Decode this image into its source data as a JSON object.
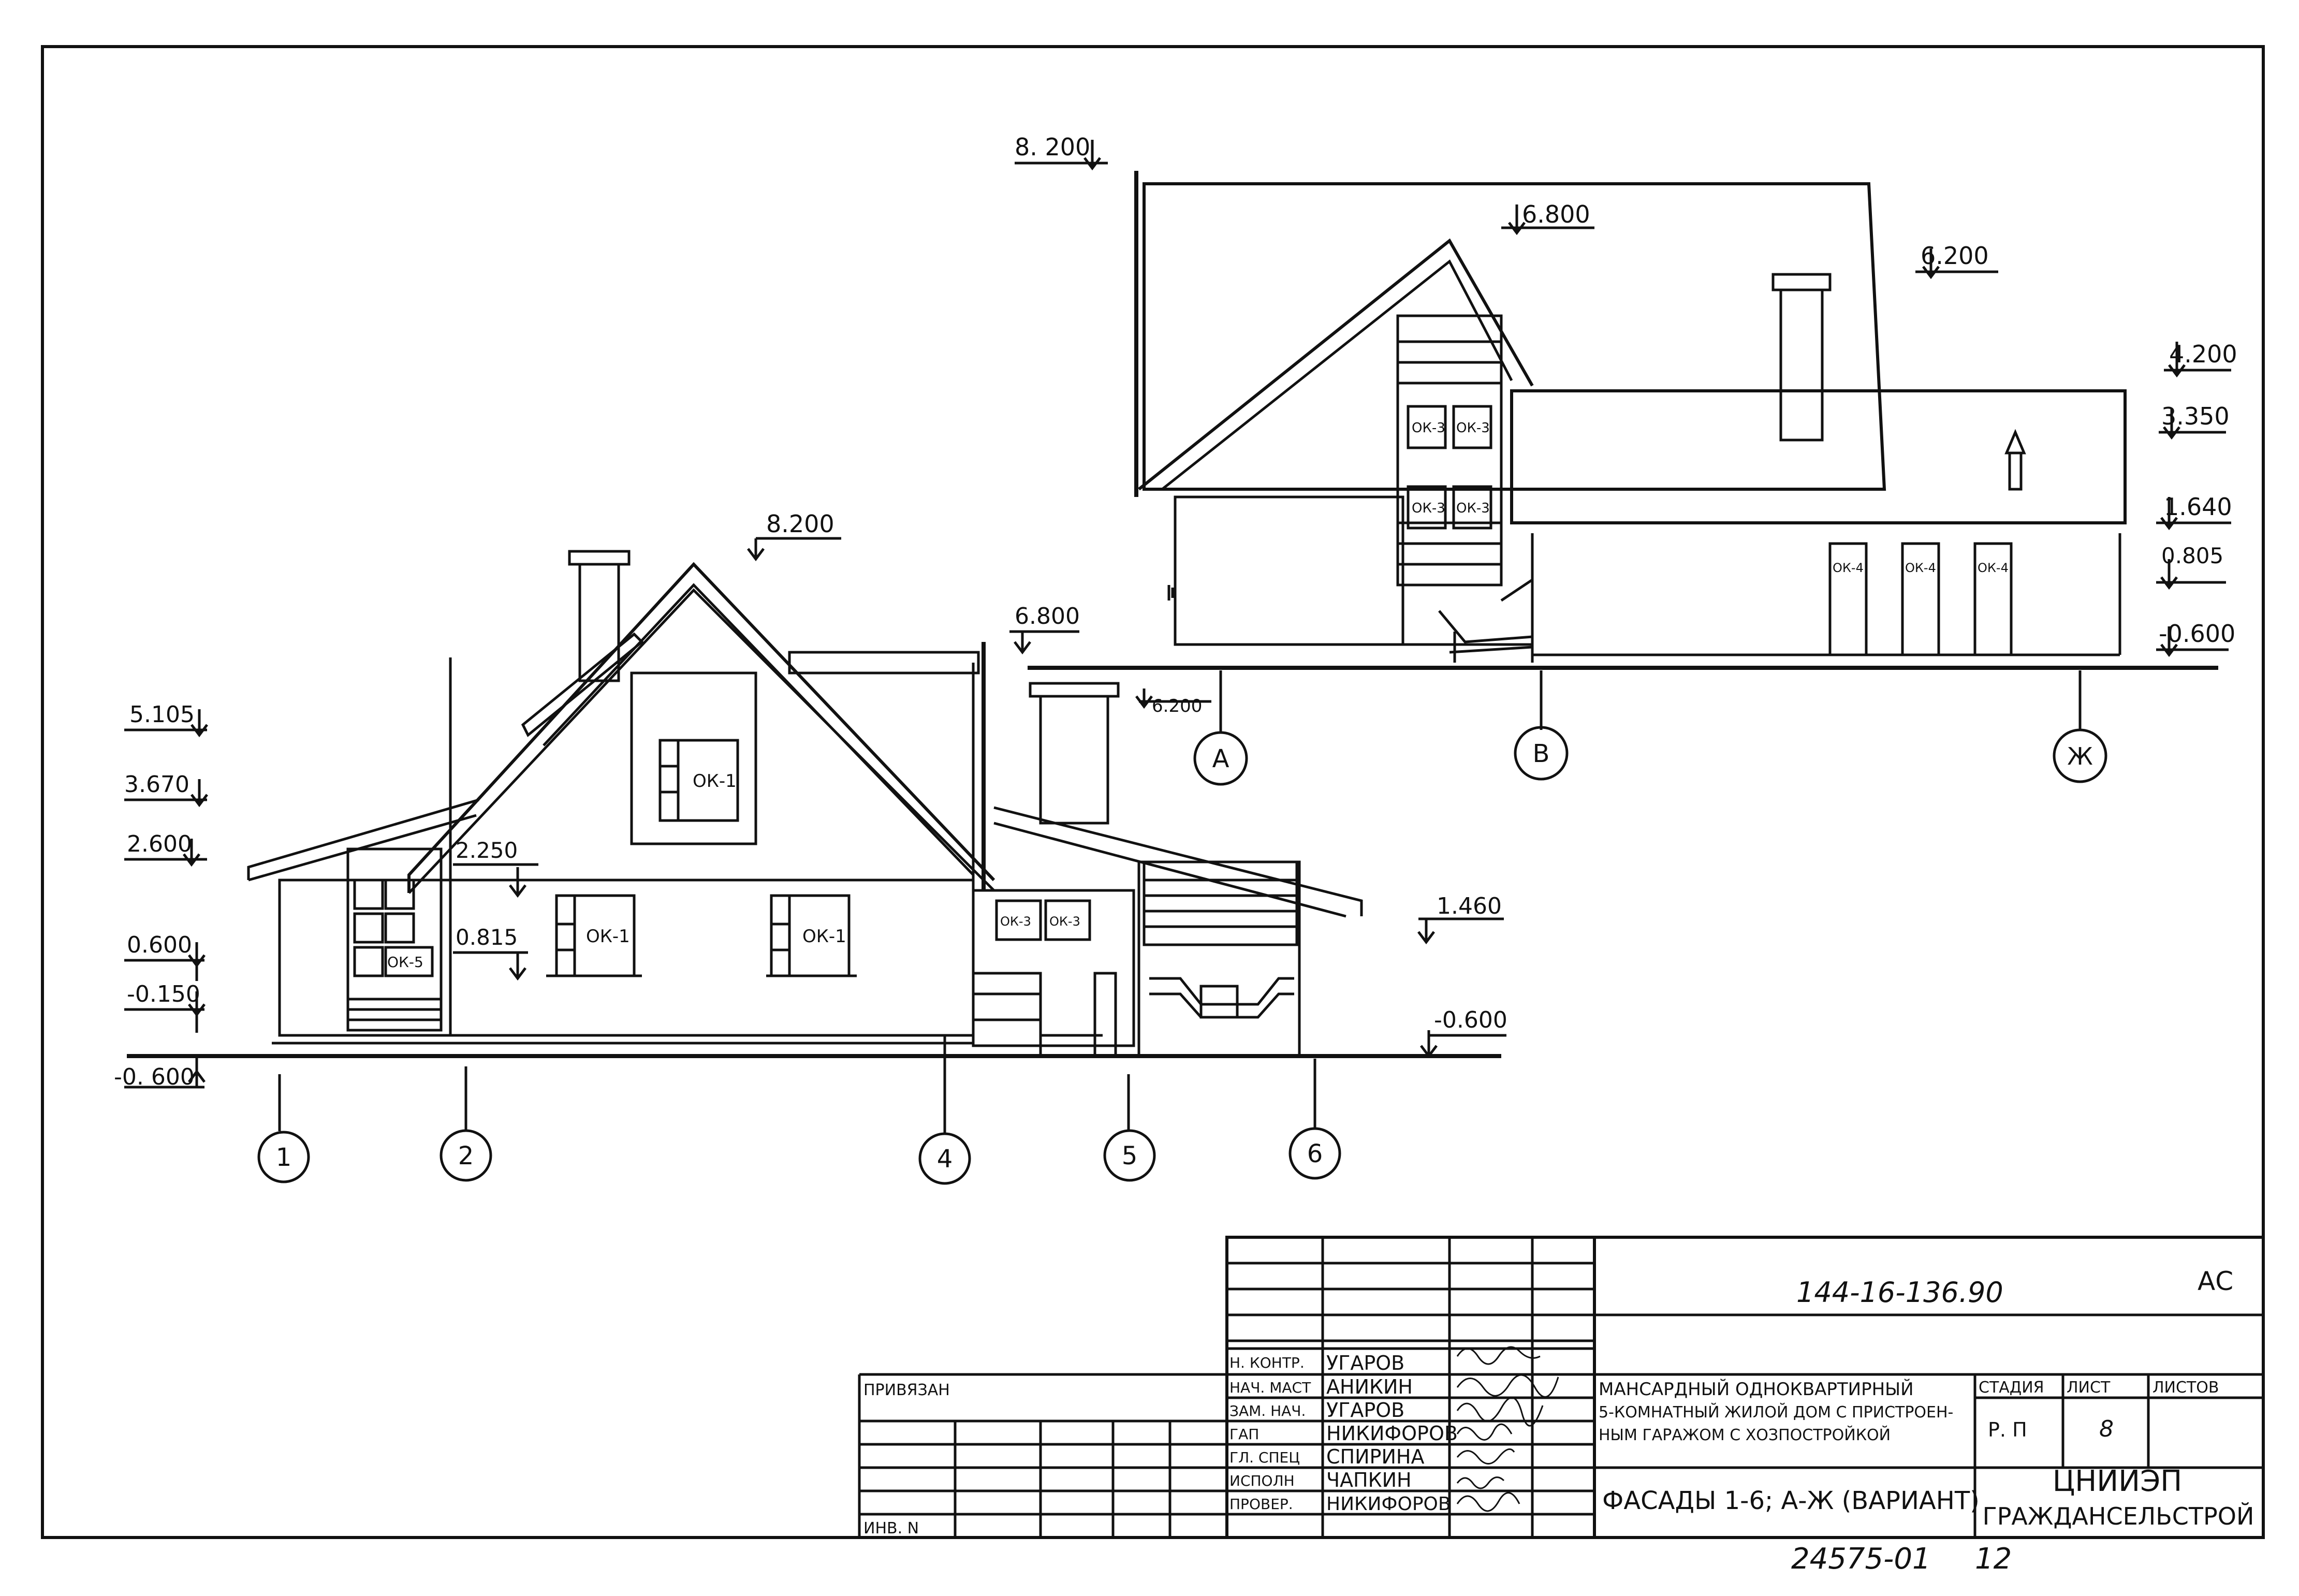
{
  "front_elevation": {
    "elevations": {
      "roof_top": "8.200",
      "ridge_right": "6.800",
      "eave_left_upper": "5.105",
      "eave_left": "3.670",
      "level_2600": "2.600",
      "level_2250": "2.250",
      "sill_0815": "0.815",
      "level_0600": "0.600",
      "level_m0150": "-0.150",
      "ground_left": "-0. 600",
      "garage_1460": "1.460",
      "ground_right": "-0.600",
      "chimney_base": "6.200"
    },
    "windows": {
      "attic": "ОК-1",
      "left": "ОК-1",
      "right": "ОК-1",
      "side": "ОК-5",
      "annex_a": "ОК-3",
      "annex_b": "ОК-3"
    },
    "axes": [
      "1",
      "2",
      "4",
      "5",
      "6"
    ]
  },
  "side_elevation": {
    "elevations": {
      "roof_top": "8. 200",
      "gable_top": "6.800",
      "annex_roof": "6.200",
      "level_4200": "4.200",
      "level_3350": "3.350",
      "level_1640": "1.640",
      "level_0805": "0.805",
      "ground": "-0.600"
    },
    "windows": {
      "upper_a": "ОК-3",
      "upper_b": "ОК-3",
      "lower_a": "ОК-3",
      "lower_b": "ОК-3",
      "garage_a": "ОК-4",
      "garage_b": "ОК-4",
      "garage_c": "ОК-4"
    },
    "axes": [
      "А",
      "В",
      "Ж"
    ]
  },
  "title_block": {
    "code": "144-16-136.90",
    "section": "АС",
    "attached": "ПРИВЯЗАН",
    "inv": "ИНВ. N",
    "roles": [
      {
        "role": "Н. КОНТР.",
        "name": "УГАРОВ"
      },
      {
        "role": "НАЧ. МАСТ",
        "name": "АНИКИН"
      },
      {
        "role": "ЗАМ. НАЧ.",
        "name": "УГАРОВ"
      },
      {
        "role": "ГАП",
        "name": "НИКИФОРОВ"
      },
      {
        "role": "ГЛ. СПЕЦ",
        "name": "СПИРИНА"
      },
      {
        "role": "ИСПОЛН",
        "name": "ЧАПКИН"
      },
      {
        "role": "ПРОВЕР.",
        "name": "НИКИФОРОВ"
      }
    ],
    "project_lines": [
      "МАНСАРДНЫЙ ОДНОКВАРТИРНЫЙ",
      "5-КОМНАТНЫЙ ЖИЛОЙ ДОМ С ПРИСТРОЕН-",
      "НЫМ ГАРАЖОМ С ХОЗПОСТРОЙКОЙ"
    ],
    "sheet_title": "ФАСАДЫ 1-6; А-Ж (ВАРИАНТ)",
    "stage_label": "СТАДИЯ",
    "sheet_label": "ЛИСТ",
    "sheets_label": "ЛИСТОВ",
    "stage": "Р. П",
    "sheet": "8",
    "org_1": "ЦНИИЭП",
    "org_2": "ГРАЖДАНСЕЛЬСТРОЙ",
    "archive_no": "24575-01",
    "page": "12"
  }
}
